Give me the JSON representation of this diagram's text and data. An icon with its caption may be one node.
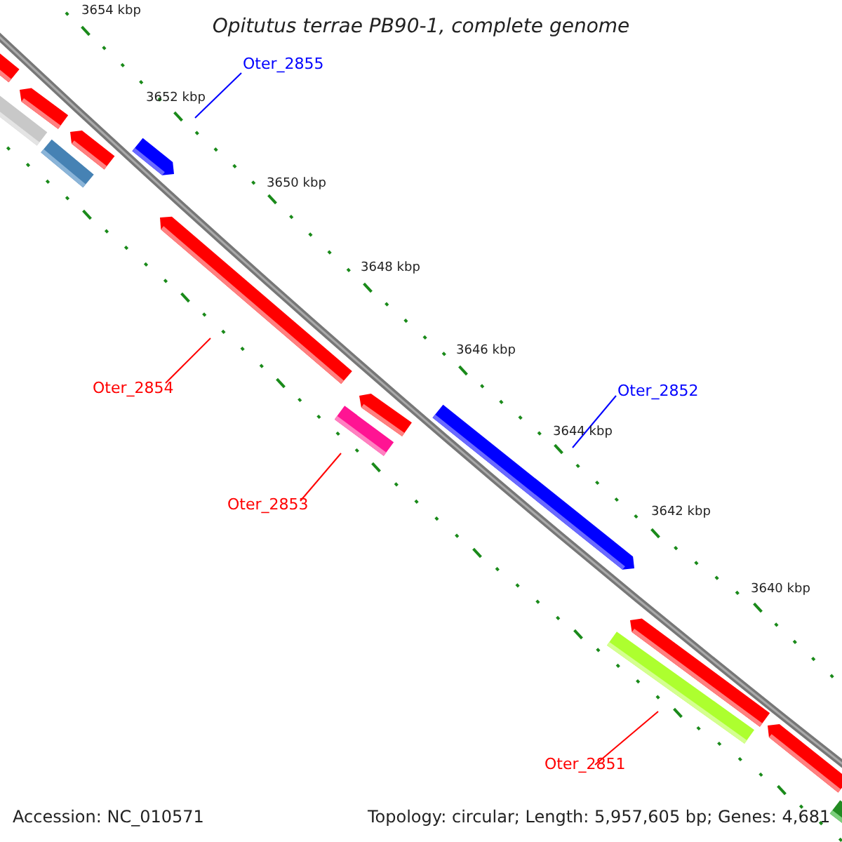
{
  "diagram": {
    "title": "Opitutus terrae PB90-1, complete genome",
    "nodes": [
      {
        "text": [
          "Oter_2855"
        ]
      },
      {
        "text": [
          "Oter_2854"
        ]
      },
      {
        "text": [
          "Oter_2853"
        ]
      },
      {
        "text": [
          "Oter_2852"
        ]
      },
      {
        "text": [
          "Oter_2851"
        ]
      },
      {
        "text": [],
        "shape": "bar"
      },
      {
        "text": [],
        "shape": "bar"
      },
      {
        "text": [],
        "shape": "bar"
      },
      {
        "text": [],
        "shape": "bar"
      },
      {
        "text": [],
        "shape": "bar"
      },
      {
        "text": [],
        "shape": "bar"
      },
      {
        "text": [],
        "shape": "bar"
      },
      {
        "text": [],
        "shape": "bar"
      },
      {
        "text": [],
        "shape": "bar"
      },
      {
        "text": [],
        "shape": "bar"
      },
      {
        "text": [],
        "shape": "bar"
      },
      {
        "text": [],
        "shape": "bar"
      },
      {
        "text": [],
        "shape": "bar"
      },
      {
        "text": [],
        "shape": "bar"
      }
    ],
    "edges": [
      {
        "from": 0,
        "to": 10,
        "arrow": "none",
        "color": "#0000ff"
      },
      {
        "from": 1,
        "to": 11,
        "arrow": "none"
      },
      {
        "from": 2,
        "to": 13,
        "arrow": "none"
      },
      {
        "from": 3,
        "to": 14,
        "arrow": "none",
        "color": "#0000ff"
      },
      {
        "from": 4,
        "to": 16,
        "arrow": "none"
      }
    ],
    "labels": [
      "3654 kbp",
      "3652 kbp",
      "3650 kbp",
      "3648 kbp",
      "3646 kbp",
      "3644 kbp",
      "3642 kbp",
      "3640 kbp",
      "Accession: NC_010571",
      "Topology: circular; Length: 5,957,605 bp; Genes: 4,681"
    ]
  }
}
